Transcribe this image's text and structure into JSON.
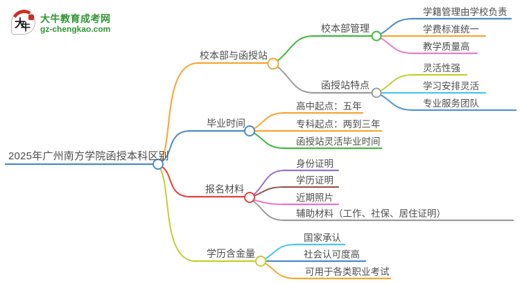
{
  "brand": {
    "site_name": "大牛教育成考网",
    "site_url": "gz-chengkao.com",
    "logo_char_1": "大",
    "logo_char_2": "牛",
    "green": "#2e9430",
    "red": "#ce2c23"
  },
  "mindmap": {
    "text_color": "#4d4d4d",
    "root": {
      "label": "2025年广州南方学院函授本科区别",
      "color": "#4a89c8"
    },
    "branches": [
      {
        "label": "校本部与函授站",
        "color": "#f7a42d",
        "children": [
          {
            "label": "校本部管理",
            "color": "#3cbb3c",
            "children": [
              {
                "label": "学籍管理由学校负责",
                "color": "#4a89c8"
              },
              {
                "label": "学费标准统一",
                "color": "#f7a42d"
              },
              {
                "label": "教学质量高",
                "color": "#e87bc8"
              }
            ]
          },
          {
            "label": "函授站特点",
            "color": "#9b9b9b",
            "children": [
              {
                "label": "灵活性强",
                "color": "#c3ce2c"
              },
              {
                "label": "学习安排灵活",
                "color": "#49c4ee"
              },
              {
                "label": "专业服务团队",
                "color": "#4e93d4"
              }
            ]
          }
        ]
      },
      {
        "label": "毕业时间",
        "color": "#4a89c8",
        "children": [
          {
            "label": "高中起点：五年",
            "color": "#f7a42d"
          },
          {
            "label": "专科起点：两到三年",
            "color": "#f7a42d"
          },
          {
            "label": "函授站灵活毕业时间",
            "color": "#3cbb3c"
          }
        ]
      },
      {
        "label": "报名材料",
        "color": "#e6403a",
        "children": [
          {
            "label": "身份证明",
            "color": "#9a6fc5"
          },
          {
            "label": "学历证明",
            "color": "#9b534b"
          },
          {
            "label": "近期照片",
            "color": "#f16ec6"
          },
          {
            "label": "辅助材料（工作、社保、居住证明）",
            "color": "#9b9b9b"
          }
        ]
      },
      {
        "label": "学历含金量",
        "color": "#c3ce2c",
        "children": [
          {
            "label": "国家承认",
            "color": "#49c4ee"
          },
          {
            "label": "社会认可度高",
            "color": "#4a89c8"
          },
          {
            "label": "可用于各类职业考试",
            "color": "#f7a42d"
          }
        ]
      }
    ]
  }
}
